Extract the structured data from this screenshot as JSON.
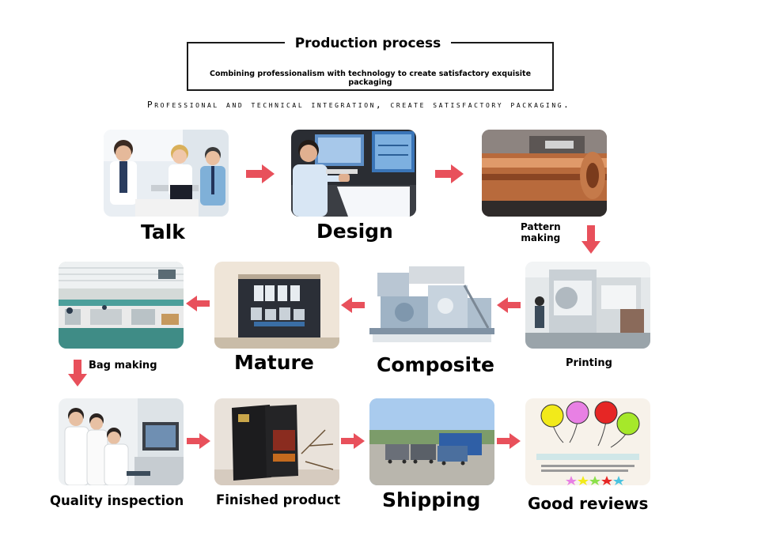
{
  "header": {
    "title": "Production process",
    "subtitle": "Combining professionalism with technology to create satisfactory exquisite packaging",
    "tagline": "Professional and technical integration, create satisfactory packaging."
  },
  "steps": [
    {
      "label": "Talk"
    },
    {
      "label": "Design"
    },
    {
      "label_line1": "Pattern",
      "label_line2": "making"
    },
    {
      "label": "Printing"
    },
    {
      "label": "Composite"
    },
    {
      "label": "Mature"
    },
    {
      "label": "Bag making"
    },
    {
      "label": "Quality inspection"
    },
    {
      "label": "Finished product"
    },
    {
      "label": "Shipping"
    },
    {
      "label": "Good reviews"
    }
  ],
  "colors": {
    "arrow": "#e8505b",
    "frame": "#1a1a1a"
  },
  "icons": {
    "arrow_right": "arrow-right-icon",
    "arrow_left": "arrow-left-icon",
    "arrow_down": "arrow-down-icon"
  }
}
